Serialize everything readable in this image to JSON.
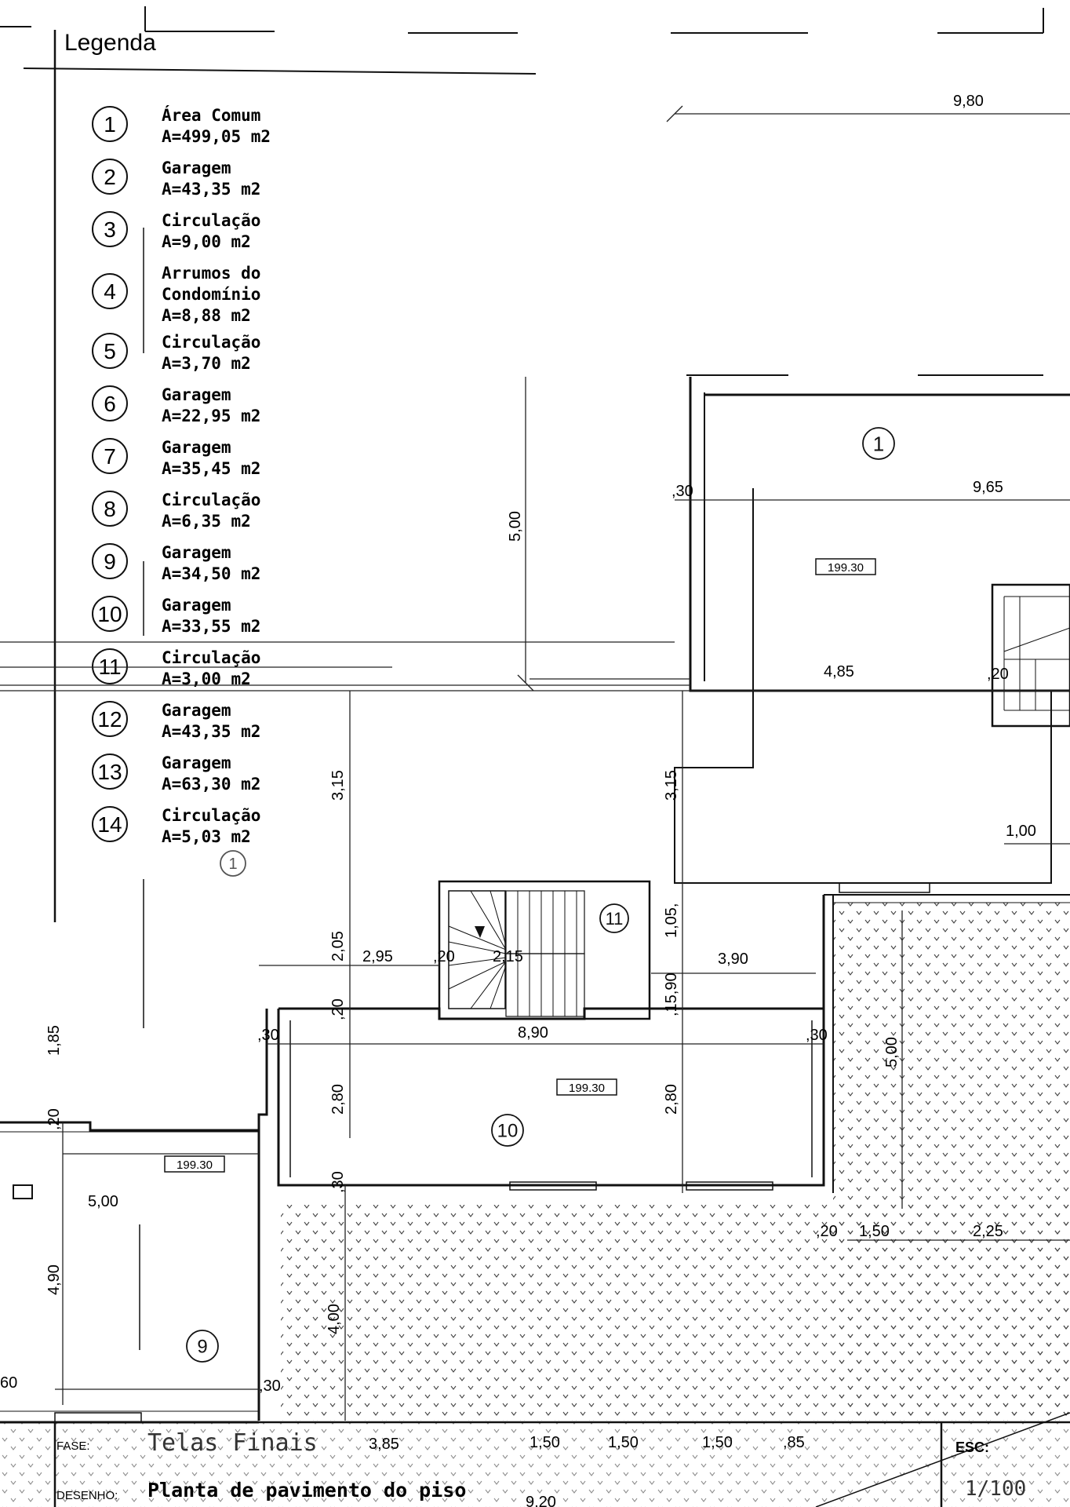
{
  "legend": {
    "title": "Legenda",
    "items": [
      {
        "num": "1",
        "name": "Área Comum",
        "area": "A=499,05 m2"
      },
      {
        "num": "2",
        "name": "Garagem",
        "area": "A=43,35 m2"
      },
      {
        "num": "3",
        "name": "Circulação",
        "area": "A=9,00 m2"
      },
      {
        "num": "4",
        "name": "Arrumos do",
        "name2": "Condomínio",
        "area": "A=8,88 m2"
      },
      {
        "num": "5",
        "name": "Circulação",
        "area": "A=3,70 m2"
      },
      {
        "num": "6",
        "name": "Garagem",
        "area": "A=22,95 m2"
      },
      {
        "num": "7",
        "name": "Garagem",
        "area": "A=35,45 m2"
      },
      {
        "num": "8",
        "name": "Circulação",
        "area": "A=6,35 m2"
      },
      {
        "num": "9",
        "name": "Garagem",
        "area": "A=34,50 m2"
      },
      {
        "num": "10",
        "name": "Garagem",
        "area": "A=33,55 m2"
      },
      {
        "num": "11",
        "name": "Circulação",
        "area": "A=3,00 m2"
      },
      {
        "num": "12",
        "name": "Garagem",
        "area": "A=43,35 m2"
      },
      {
        "num": "13",
        "name": "Garagem",
        "area": "A=63,30 m2"
      },
      {
        "num": "14",
        "name": "Circulação",
        "area": "A=5,03 m2"
      }
    ]
  },
  "dimensions": {
    "d_9_80": "9,80",
    "d_9_65": "9,65",
    "d_0_30_top": ",30",
    "d_5_00_left": "5,00",
    "d_4_85": "4,85",
    "d_0_20_right": ",20",
    "d_3_15_a": "3,15",
    "d_3_15_b": "3,15",
    "d_1_00": "1,00",
    "d_1_05": "1,05,",
    "d_2_05": "2,05",
    "d_2_95": "2,95",
    "d_0_20_stair": ",20",
    "d_2_15": "2,15",
    "d_3_90": "3,90",
    "d_15_90": ",15,90",
    "d_0_20_mid": ",20",
    "d_0_30_a": ",30",
    "d_8_90": "8,90",
    "d_0_30_b": ",30",
    "d_5_00_right": "5,00",
    "d_1_85": "1,85",
    "d_2_80_a": "2,80",
    "d_2_80_b": "2,80",
    "d_0_20_left": ",20",
    "d_0_30_c": ",30",
    "d_5_00_bottom": "5,00",
    "d_4_90": "4,90",
    "d_4_00": "4,00",
    "d_0_20_b": ",20",
    "d_1_50_a": "1,50",
    "d_2_25": "2,25",
    "d_0_60": "60",
    "d_0_30_d": ",30",
    "d_3_85": "3,85",
    "d_1_50_b": "1,50",
    "d_1_50_c": "1,50",
    "d_1_50_d": "1,50",
    "d_0_85": ",85",
    "d_9_20": "9,20"
  },
  "levels": {
    "level_1": "199.30",
    "level_2": "199.30",
    "level_3": "199.30"
  },
  "rooms": {
    "r1": "1",
    "r10": "10",
    "r11": "11",
    "r9": "9",
    "r1_faint": "1"
  },
  "title_block": {
    "fase_label": "FASE:",
    "fase_value": "Telas Finais",
    "desenho_label": "DESENHO:",
    "desenho_value": "Planta de pavimento do piso",
    "esc_label": "ESC:",
    "esc_value": "1/100"
  }
}
